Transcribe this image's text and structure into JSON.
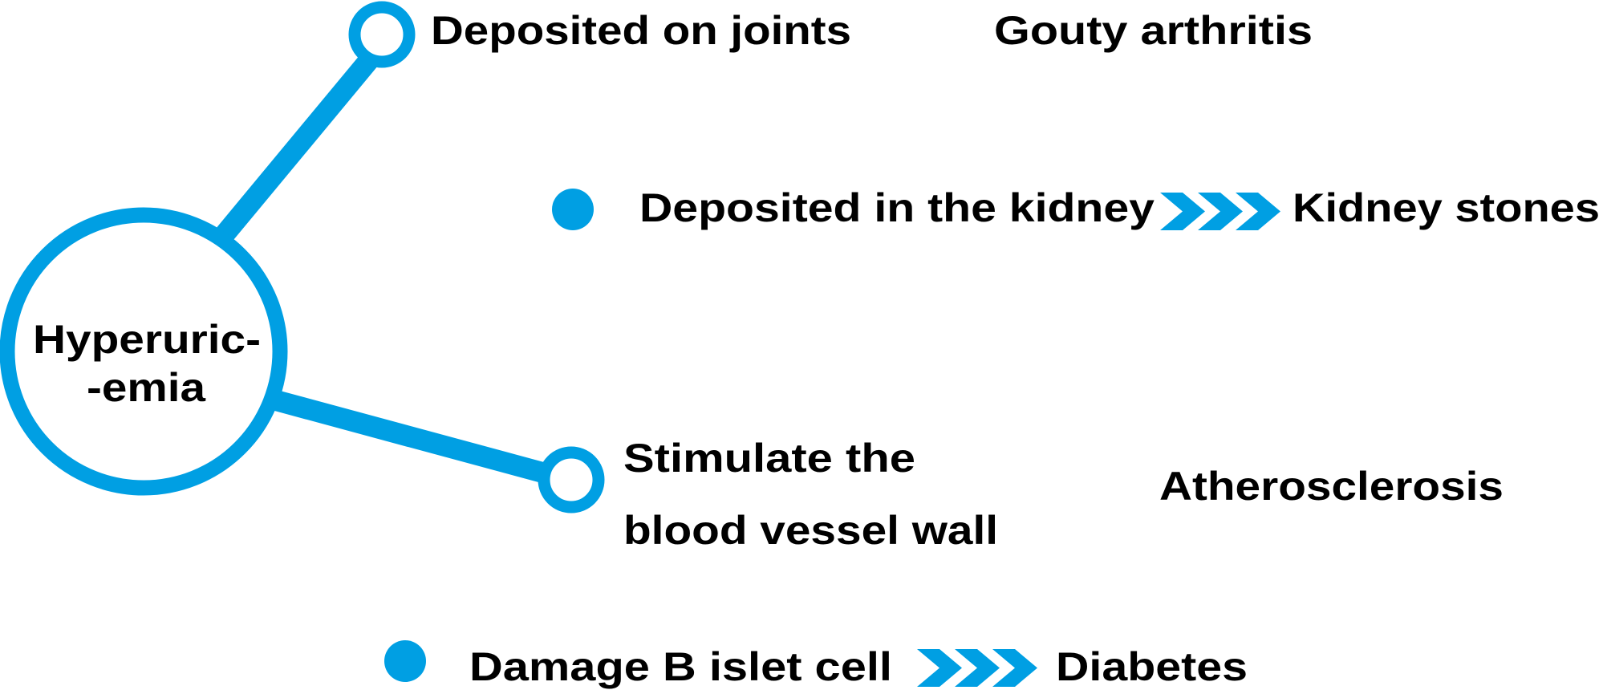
{
  "colors": {
    "accent": "#009fe3",
    "text": "#000000"
  },
  "center": {
    "line1": "Hyperuric-",
    "line2": "-emia"
  },
  "branches": [
    {
      "cause": "Deposited on joints",
      "result": "Gouty arthritis"
    },
    {
      "cause": "Deposited in the kidney",
      "result": "Kidney stones"
    },
    {
      "cause_line1": "Stimulate the",
      "cause_line2": "blood vessel wall",
      "result": "Atherosclerosis"
    },
    {
      "cause": "Damage B islet cell",
      "result": "Diabetes"
    }
  ]
}
